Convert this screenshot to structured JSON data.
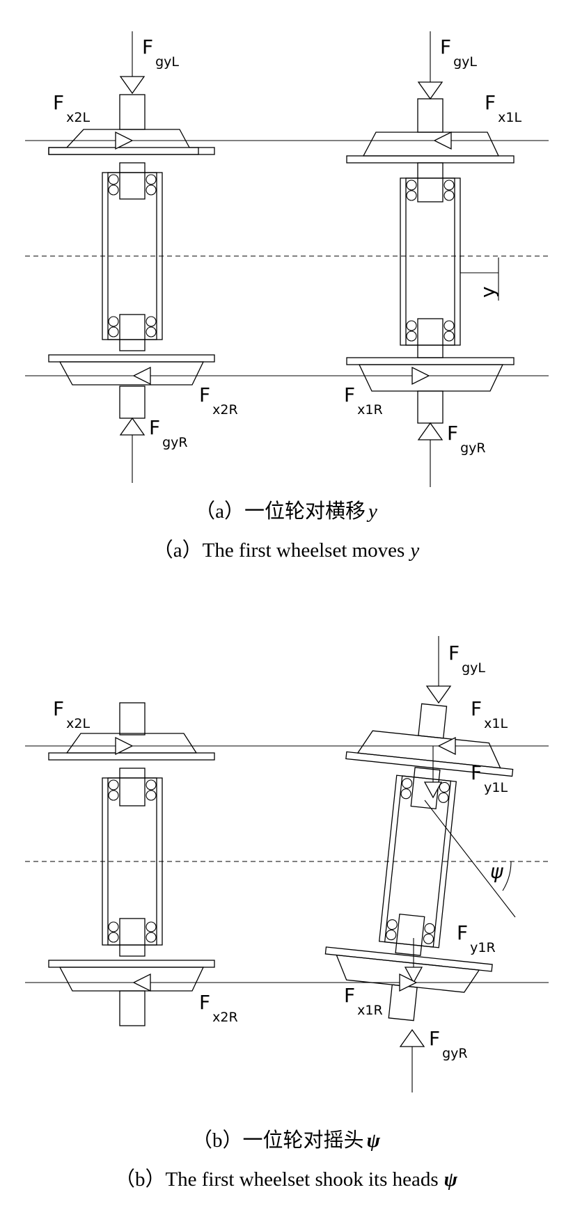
{
  "figure_a": {
    "labels": {
      "fgyl_left": {
        "main": "F",
        "sub": "gyL"
      },
      "fgyl_right": {
        "main": "F",
        "sub": "gyL"
      },
      "fx2l": {
        "main": "F",
        "sub": "x2L"
      },
      "fx1l": {
        "main": "F",
        "sub": "x1L"
      },
      "fx2r": {
        "main": "F",
        "sub": "x2R"
      },
      "fx1r": {
        "main": "F",
        "sub": "x1R"
      },
      "fgyr_left": {
        "main": "F",
        "sub": "gyR"
      },
      "fgyr_right": {
        "main": "F",
        "sub": "gyR"
      },
      "y": "y"
    },
    "caption_cn": "（a）一位轮对横移",
    "caption_cn_var": "y",
    "caption_en": "（a）The first wheelset moves",
    "caption_en_var": "y"
  },
  "figure_b": {
    "labels": {
      "fgyl": {
        "main": "F",
        "sub": "gyL"
      },
      "fx2l": {
        "main": "F",
        "sub": "x2L"
      },
      "fx1l": {
        "main": "F",
        "sub": "x1L"
      },
      "fy1l": {
        "main": "F",
        "sub": "y1L"
      },
      "fy1r": {
        "main": "F",
        "sub": "y1R"
      },
      "fx2r": {
        "main": "F",
        "sub": "x2R"
      },
      "fx1r": {
        "main": "F",
        "sub": "x1R"
      },
      "fgyr": {
        "main": "F",
        "sub": "gyR"
      },
      "psi": "ψ"
    },
    "caption_cn": "（b）一位轮对摇头",
    "caption_cn_var": "ψ",
    "caption_en": "（b）The first wheelset shook its heads",
    "caption_en_var": "ψ"
  }
}
